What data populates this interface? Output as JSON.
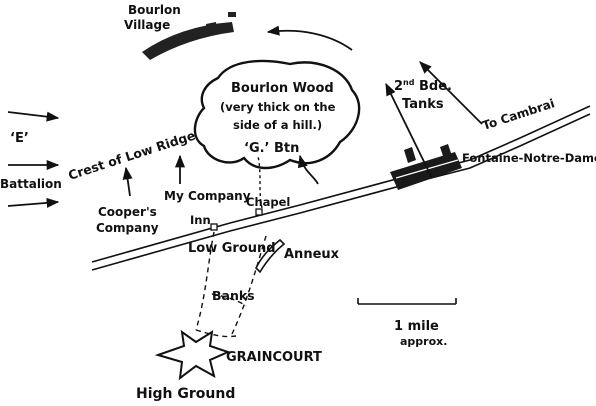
{
  "map": {
    "colors": {
      "ink": "#111111",
      "paper": "#ffffff",
      "wood_outline": "#111111",
      "village_fill": "#222222"
    },
    "labels": {
      "bourlon_village_1": "Bourlon",
      "bourlon_village_2": "Village",
      "bourlon_wood_1": "Bourlon Wood",
      "bourlon_wood_2": "(very thick on the",
      "bourlon_wood_3": "side of a hill.)",
      "g_btn": "‘G.’ Btn",
      "bde_tanks_prefix": "2",
      "bde_tanks_sup": "nd",
      "bde_tanks_suffix": " Bde.",
      "tanks": "Tanks",
      "to_cambrai": "To Cambrai",
      "fontaine": "Fontaine-Notre-Dame",
      "e_label": "‘E’",
      "battalion": "Battalion",
      "crest": "Crest of Low Ridge",
      "coopers_1": "Cooper's",
      "coopers_2": "Company",
      "my_company": "My Company",
      "chapel": "Chapel",
      "inn": "Inn",
      "low_ground": "Low Ground",
      "anneux": "Anneux",
      "banks": "Banks",
      "graincourt": "GRAINCOURT",
      "high_ground": "High Ground",
      "scale": "1 mile",
      "scale_approx": "approx."
    }
  }
}
